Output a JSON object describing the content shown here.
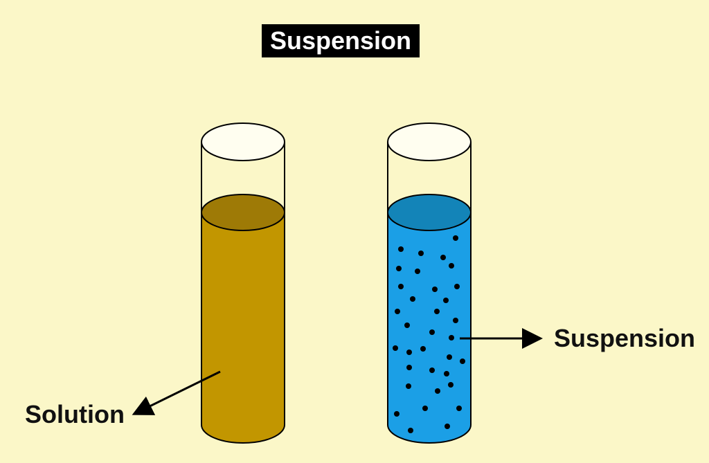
{
  "title": "Suspension",
  "labels": {
    "solution": "Solution",
    "suspension": "Suspension"
  },
  "colors": {
    "background": "#fbf7c8",
    "solution_liquid": "#c29600",
    "solution_surface": "#9e7a06",
    "suspension_liquid": "#1b9fe6",
    "suspension_surface": "#1384b8",
    "particles": "#000000",
    "outline": "#000000"
  },
  "icons": {
    "arrow": "arrow-icon",
    "particle": "particle-dot"
  }
}
